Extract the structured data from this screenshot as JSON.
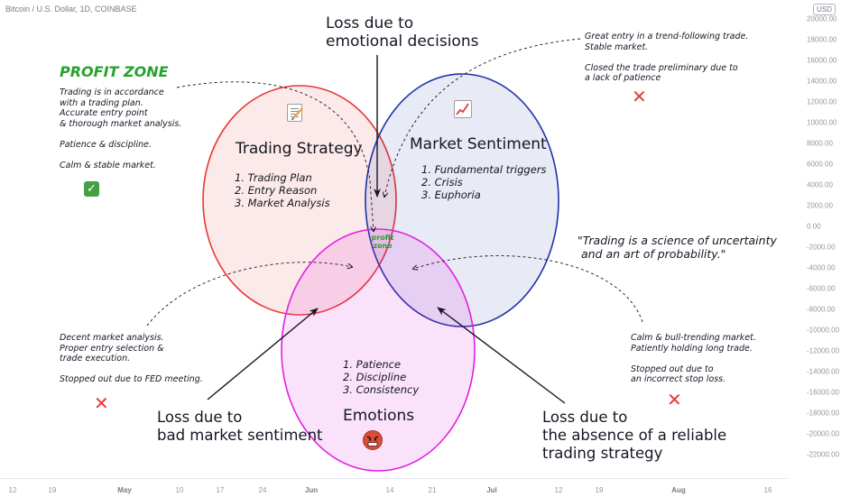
{
  "header": {
    "symbol": "Bitcoin / U.S. Dollar, 1D, COINBASE",
    "currency": "USD"
  },
  "price_axis": [
    "20000.00",
    "18000.00",
    "16000.00",
    "14000.00",
    "12000.00",
    "10000.00",
    "8000.00",
    "6000.00",
    "4000.00",
    "2000.00",
    "0.00",
    "-2000.00",
    "-4000.00",
    "-6000.00",
    "-8000.00",
    "-10000.00",
    "-12000.00",
    "-14000.00",
    "-16000.00",
    "-18000.00",
    "-20000.00",
    "-22000.00"
  ],
  "time_axis": [
    "12",
    "19",
    "May",
    "10",
    "17",
    "24",
    "Jun",
    "14",
    "21",
    "Jul",
    "12",
    "19",
    "Aug",
    "16"
  ],
  "diagram": {
    "circles": [
      {
        "name": "Trading Strategy",
        "stroke": "#e53935",
        "fill": "#fde7e7"
      },
      {
        "name": "Market Sentiment",
        "stroke": "#2132a8",
        "fill": "#e7eaf8"
      },
      {
        "name": "Emotions",
        "stroke": "#e020e0",
        "fill": "#fbe3fb"
      }
    ],
    "trading_strategy": {
      "title": "Trading Strategy",
      "items": "1. Trading Plan\n2. Entry Reason\n3. Market Analysis"
    },
    "market_sentiment": {
      "title": "Market Sentiment",
      "items": "1. Fundamental triggers\n2. Crisis\n3. Euphoria"
    },
    "emotions": {
      "title": "Emotions",
      "items": "1. Patience\n2. Discipline\n3. Consistency"
    },
    "center_label": "profit\nzone"
  },
  "annotations": {
    "loss_emotional": "Loss due to\nemotional decisions",
    "loss_sentiment": "Loss due to\nbad market sentiment",
    "loss_strategy": "Loss due to\nthe absence of a reliable\ntrading strategy",
    "quote": "\"Trading is a science of uncertainty\n and an art of probability.\"",
    "profit_zone_title": "PROFIT ZONE",
    "profit_zone_text": "Trading is in accordance\nwith a trading plan.\nAccurate entry point\n& thorough market analysis.\n\nPatience & discipline.\n\nCalm & stable market.",
    "top_right_text": "Great entry in a trend-following trade.\nStable market.\n\nClosed the trade preliminary due to\na lack of patience",
    "bottom_left_text": "Decent market analysis.\nProper entry selection &\ntrade execution.\n\nStopped out due to FED meeting.",
    "bottom_right_text": "Calm & bull-trending market.\nPatiently holding long trade.\n\nStopped out due to\nan incorrect stop loss."
  },
  "icons": {
    "check": "✓",
    "cross": "✕",
    "memo": "memo-icon",
    "chart": "chart-increasing-icon",
    "angry": "angry-face-icon"
  },
  "colors": {
    "profit_green": "#27a22d",
    "cross_red": "#e53935"
  }
}
